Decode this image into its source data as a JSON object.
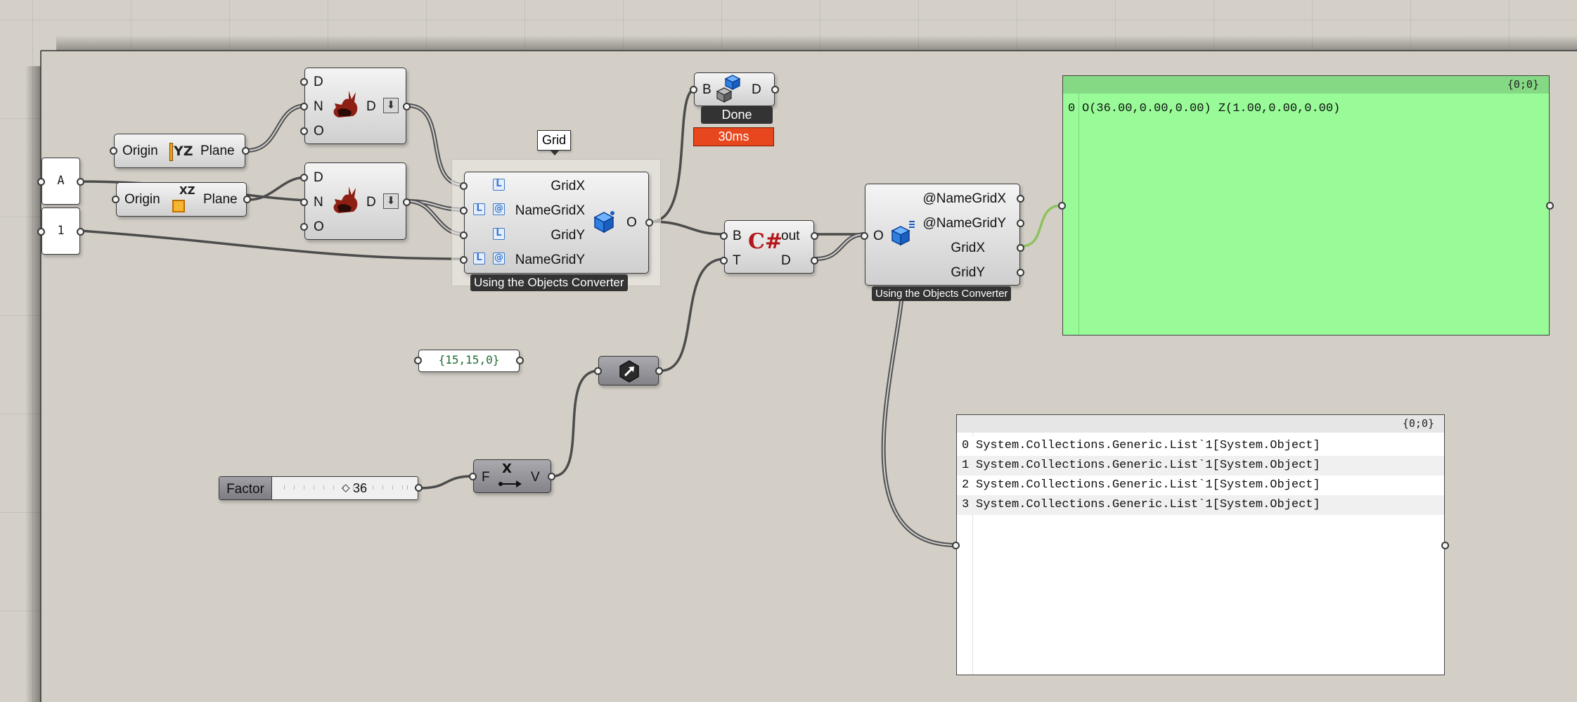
{
  "canvas": {
    "background": "#d4d0c8",
    "panel_green": "#98fb98",
    "panel_white": "#ffffff",
    "timer_color": "#e8461c"
  },
  "params": {
    "text_a": "A",
    "number_1": "1",
    "point_value": "{15,15,0}"
  },
  "plane_yz": {
    "input": "Origin",
    "icon": "yz-plane-icon",
    "icon_text": "YZ",
    "output": "Plane"
  },
  "plane_xz": {
    "input": "Origin",
    "icon": "xz-plane-icon",
    "icon_text": "XZ",
    "output": "Plane"
  },
  "entwine_top": {
    "inputs": [
      "D",
      "N",
      "O"
    ],
    "output": "D",
    "icon": "rabbit-icon"
  },
  "entwine_bottom": {
    "inputs": [
      "D",
      "N",
      "O"
    ],
    "output": "D",
    "icon": "rabbit-icon"
  },
  "grid_tooltip": "Grid",
  "converter_1": {
    "inputs": [
      "GridX",
      "NameGridX",
      "GridY",
      "NameGridY"
    ],
    "output": "O",
    "caption": "Using the Objects Converter",
    "badge_list": "L",
    "badge_at": "@"
  },
  "bake": {
    "input": "B",
    "output": "D",
    "status": "Done",
    "timer": "30ms",
    "icon": "cubes-icon"
  },
  "csharp": {
    "inputs": [
      "B",
      "T"
    ],
    "outputs": [
      "out",
      "D"
    ],
    "icon_text": "C#"
  },
  "converter_2": {
    "input": "O",
    "outputs": [
      "@NameGridX",
      "@NameGridY",
      "GridX",
      "GridY"
    ],
    "caption": "Using the Objects Converter"
  },
  "panel_green": {
    "path": "{0;0}",
    "rows": [
      {
        "index": "0",
        "value": "O(36.00,0.00,0.00) Z(1.00,0.00,0.00)"
      }
    ]
  },
  "panel_white": {
    "path": "{0;0}",
    "rows": [
      {
        "index": "0",
        "value": "System.Collections.Generic.List`1[System.Object]"
      },
      {
        "index": "1",
        "value": "System.Collections.Generic.List`1[System.Object]"
      },
      {
        "index": "2",
        "value": "System.Collections.Generic.List`1[System.Object]"
      },
      {
        "index": "3",
        "value": "System.Collections.Generic.List`1[System.Object]"
      }
    ]
  },
  "slider": {
    "label": "Factor",
    "value": "36",
    "fraction": 0.5
  },
  "unit_x": {
    "input": "F",
    "output": "V",
    "icon_text": "X"
  },
  "hexagon_button": {
    "icon": "arrow-hexagon-icon"
  }
}
